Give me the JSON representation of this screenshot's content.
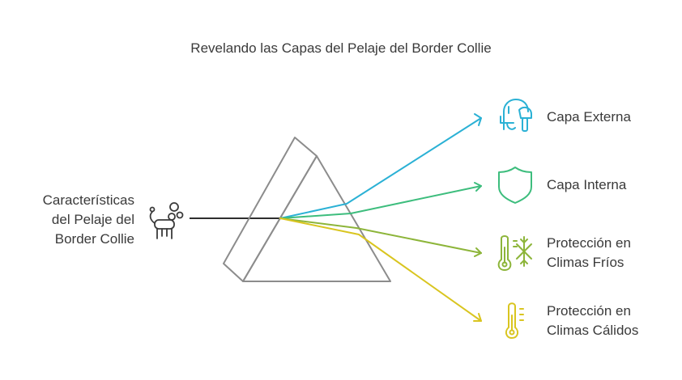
{
  "title": "Revelando las Capas del Pelaje del Border Collie",
  "input": {
    "lines": [
      "Características",
      "del Pelaje del",
      "Border Collie"
    ],
    "icon": "poodle-dog-icon"
  },
  "outputs": [
    {
      "lines": [
        "Capa Externa"
      ],
      "icon": "hood-head-icon",
      "color": "#2bb1d5"
    },
    {
      "lines": [
        "Capa Interna"
      ],
      "icon": "shield-icon",
      "color": "#3dbd7d"
    },
    {
      "lines": [
        "Protección en",
        "Climas Fríos"
      ],
      "icon": "thermometer-snowflake-icon",
      "color": "#8db53a"
    },
    {
      "lines": [
        "Protección en",
        "Climas Cálidos"
      ],
      "icon": "thermometer-icon",
      "color": "#d9c520"
    }
  ],
  "colors": {
    "prism": "#8c8c8c",
    "beam": "#2e2e2e",
    "text": "#3a3a3a"
  }
}
